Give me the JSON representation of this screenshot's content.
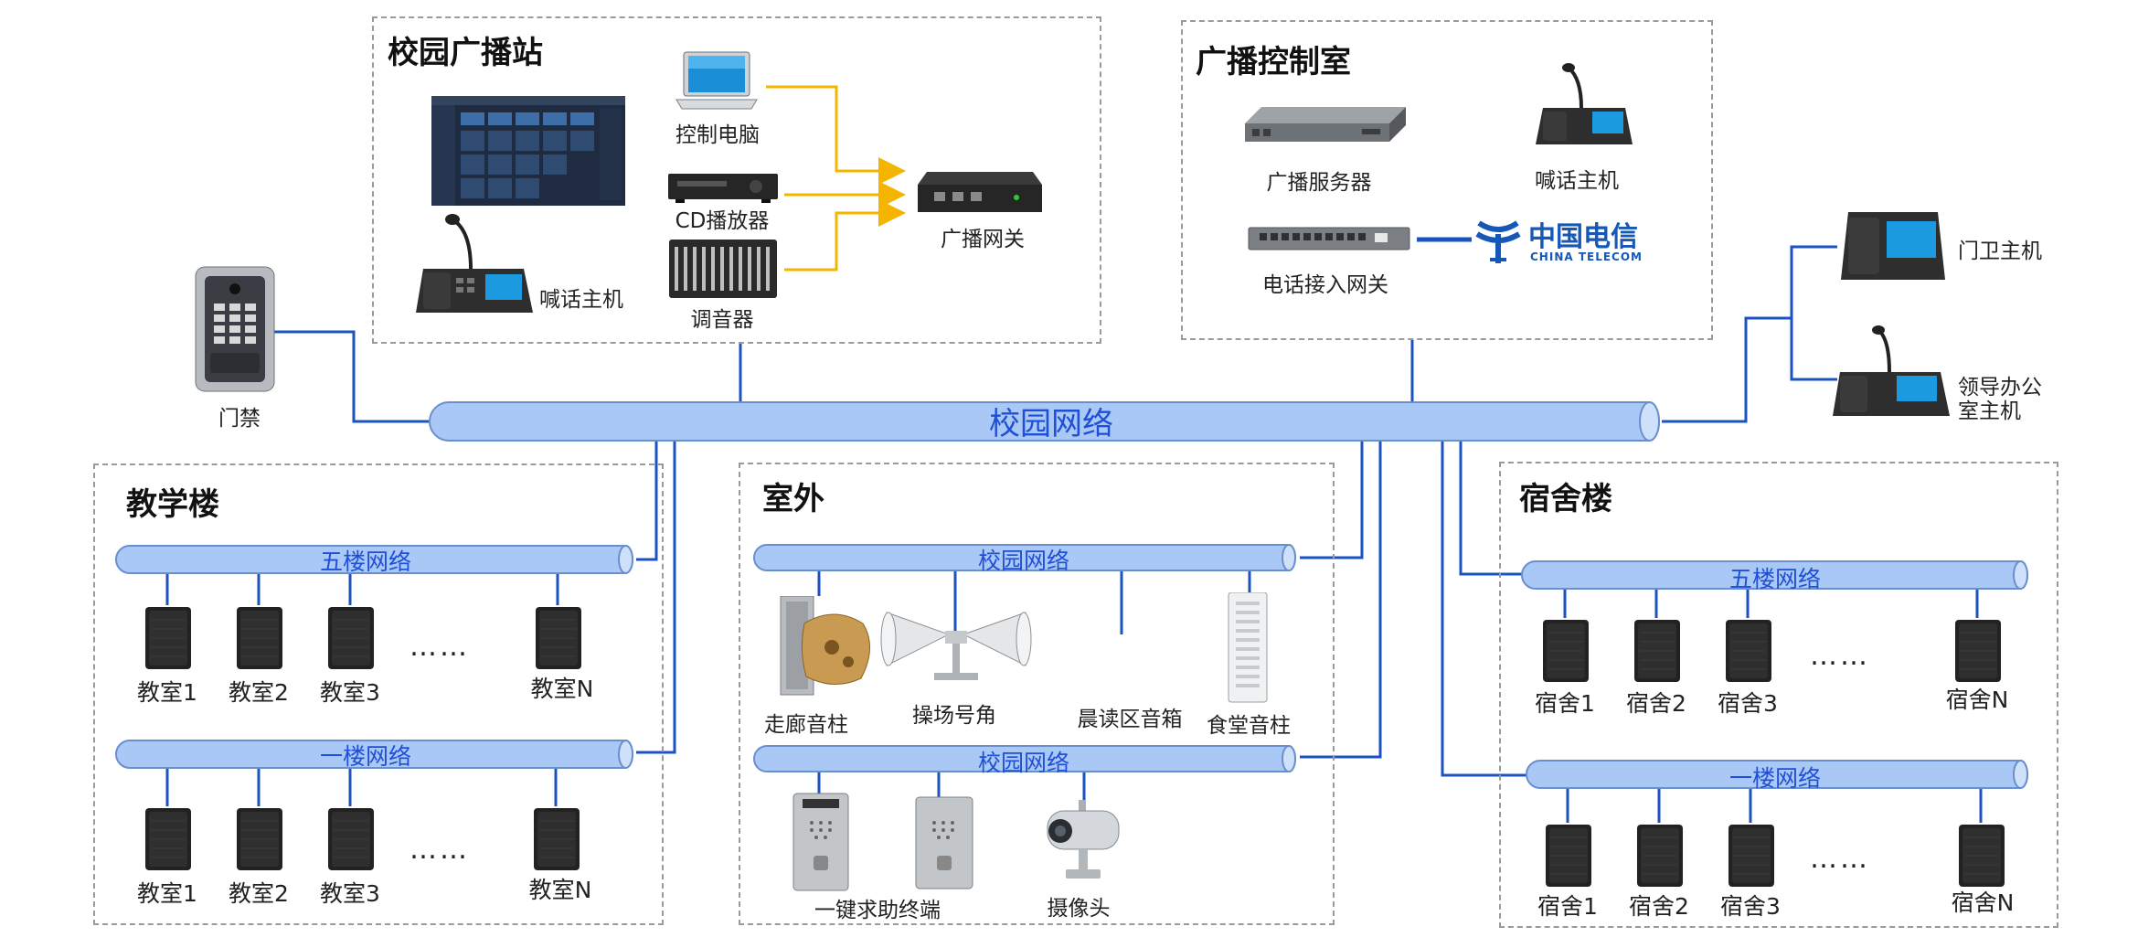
{
  "colors": {
    "bus_fill": "#a9c8f5",
    "bus_stroke": "#6a8fcf",
    "bus_text": "#1f4fd6",
    "wire_blue": "#1b53c0",
    "arrow_yellow": "#f5b400",
    "dashed_border": "#9a9a9a",
    "telecom_blue": "#1558b8"
  },
  "main_bus": {
    "label": "校园网络"
  },
  "station": {
    "title": "校园广播站",
    "control_pc": "控制电脑",
    "cd_player": "CD播放器",
    "mixer": "调音器",
    "mic_host": "喊话主机",
    "gateway": "广播网关"
  },
  "control_room": {
    "title": "广播控制室",
    "server": "广播服务器",
    "mic_host": "喊话主机",
    "phone_gateway": "电话接入网关",
    "telecom_cn": "中国电信",
    "telecom_en": "CHINA TELECOM"
  },
  "access": {
    "label": "门禁"
  },
  "phones": {
    "guard": "门卫主机",
    "leader_line1": "领导办公",
    "leader_line2": "室主机"
  },
  "teaching": {
    "title": "教学楼",
    "bus_top": "五楼网络",
    "bus_bottom": "一楼网络",
    "top_rooms": [
      "教室1",
      "教室2",
      "教室3",
      "教室N"
    ],
    "bottom_rooms": [
      "教室1",
      "教室2",
      "教室3",
      "教室N"
    ],
    "ellipsis": "……"
  },
  "outdoor": {
    "title": "室外",
    "bus_top": "校园网络",
    "bus_bottom": "校园网络",
    "corridor": "走廊音柱",
    "horn": "操场号角",
    "reading": "晨读区音箱",
    "canteen": "食堂音柱",
    "sos": "一键求助终端",
    "camera": "摄像头"
  },
  "dorm": {
    "title": "宿舍楼",
    "bus_top": "五楼网络",
    "bus_bottom": "一楼网络",
    "top_rooms": [
      "宿舍1",
      "宿舍2",
      "宿舍3",
      "宿舍N"
    ],
    "bottom_rooms": [
      "宿舍1",
      "宿舍2",
      "宿舍3",
      "宿舍N"
    ],
    "ellipsis": "……"
  }
}
